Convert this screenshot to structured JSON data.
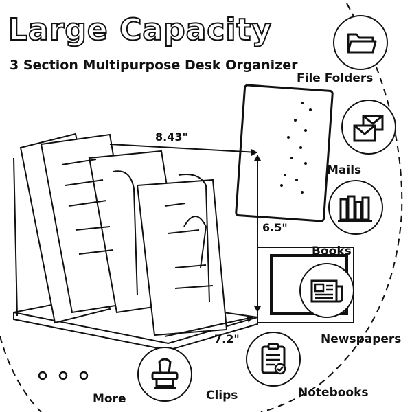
{
  "title": "Large Capacity",
  "subtitle": "3 Section Multipurpose Desk Organizer",
  "dimensions": {
    "width": "8.43\"",
    "height": "6.5\"",
    "depth": "7.2\""
  },
  "uses": [
    {
      "label": "File Folders",
      "icon": "folder-icon"
    },
    {
      "label": "Mails",
      "icon": "envelopes-icon"
    },
    {
      "label": "Books",
      "icon": "books-icon"
    },
    {
      "label": "Newspapers",
      "icon": "newspaper-icon"
    },
    {
      "label": "Notebooks",
      "icon": "clipboard-icon"
    },
    {
      "label": "Clips",
      "icon": "binder-clip-icon"
    },
    {
      "label": "More",
      "icon": "dots-icon"
    }
  ],
  "colors": {
    "ink": "#111111",
    "paper": "#ffffff"
  }
}
